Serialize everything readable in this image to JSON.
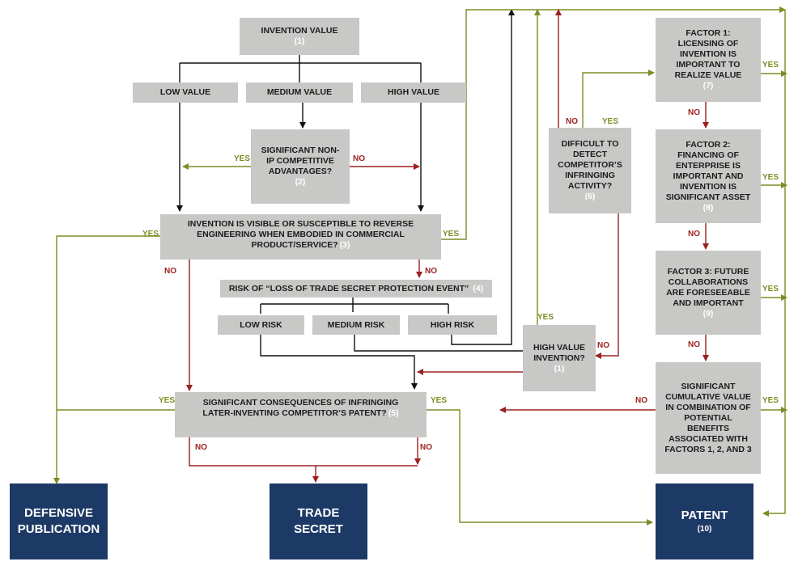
{
  "nodes": {
    "invention_value": {
      "text": "INVENTION VALUE",
      "num": "(1)"
    },
    "low_value": {
      "text": "LOW VALUE"
    },
    "medium_value": {
      "text": "MEDIUM VALUE"
    },
    "high_value": {
      "text": "HIGH VALUE"
    },
    "non_ip": {
      "text": "SIGNIFICANT NON-IP COMPETITIVE ADVANTAGES?",
      "num": "(2)"
    },
    "visible": {
      "text": "INVENTION IS VISIBLE OR SUSCEPTIBLE TO REVERSE ENGINEERING WHEN EMBODIED IN COMMERCIAL PRODUCT/SERVICE?",
      "num": "(3)"
    },
    "risk": {
      "text": "RISK OF “LOSS OF TRADE SECRET PROTECTION EVENT”",
      "num": "(4)"
    },
    "low_risk": {
      "text": "LOW RISK"
    },
    "medium_risk": {
      "text": "MEDIUM RISK"
    },
    "high_risk": {
      "text": "HIGH RISK"
    },
    "consequences": {
      "text": "SIGNIFICANT CONSEQUENCES OF INFRINGING LATER-INVENTING COMPETITOR’S PATENT?",
      "num": "(5)"
    },
    "difficult": {
      "text": "DIFFICULT TO DETECT COMPETITOR’S INFRINGING ACTIVITY?",
      "num": "(6)"
    },
    "high_value_invention": {
      "text": "HIGH VALUE INVENTION?",
      "num": "(1)"
    },
    "factor1": {
      "text": "FACTOR 1: LICENSING OF INVENTION IS IMPORTANT TO REALIZE VALUE",
      "num": "(7)"
    },
    "factor2": {
      "text": "FACTOR 2: FINANCING OF ENTERPRISE IS IMPORTANT AND INVENTION IS SIGNIFICANT ASSET",
      "num": "(8)"
    },
    "factor3": {
      "text": "FACTOR 3: FUTURE COLLABORATIONS ARE FORESEEABLE AND IMPORTANT",
      "num": "(9)"
    },
    "cumulative": {
      "text": "SIGNIFICANT CUMULATIVE VALUE IN COMBINATION OF POTENTIAL BENEFITS ASSOCIATED WITH FACTORS 1, 2, AND 3"
    },
    "defensive": {
      "text": "DEFENSIVE PUBLICATION"
    },
    "trade_secret": {
      "text": "TRADE SECRET"
    },
    "patent": {
      "text": "PATENT",
      "num": "(10)"
    }
  },
  "labels": {
    "yes": "YES",
    "no": "NO"
  },
  "colors": {
    "box_fill": "#c8c8c6",
    "outcome_fill": "#1d3a66",
    "yes_line": "#7d8c24",
    "no_line": "#9b2020",
    "neutral_line": "#111111"
  }
}
